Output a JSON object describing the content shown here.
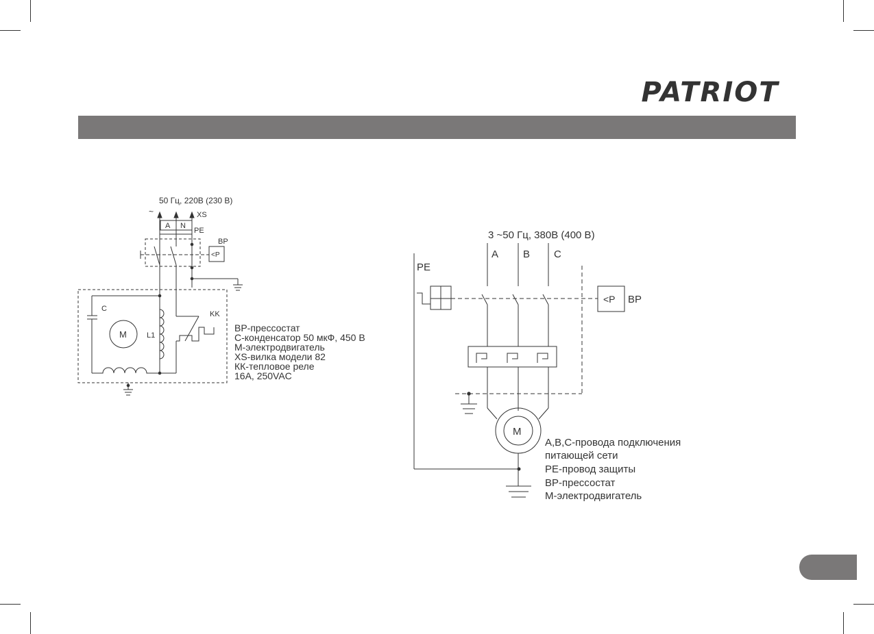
{
  "brand": {
    "logo_text": "PATRIOT"
  },
  "diagram_single_phase": {
    "supply_label": "50 Гц, 220В (230 В)",
    "tilde": "~",
    "plug_label": "XS",
    "terminal_a": "A",
    "terminal_n": "N",
    "terminal_pe": "PE",
    "switch_label": "BP",
    "switch_symbol": "<P",
    "capacitor_label": "C",
    "motor_label": "M",
    "coil_label": "L1",
    "relay_label": "KK",
    "legend": [
      "BP-прессостат",
      "С-конденсатор 50 мкФ, 450 В",
      "М-электродвигатель",
      "XS-вилка модели 82",
      "КК-тепловое реле",
      "16А, 250VAC"
    ]
  },
  "diagram_three_phase": {
    "supply_label": "3 ~50 Гц, 380В (400 В)",
    "pe_label": "PE",
    "phase_a": "A",
    "phase_b": "B",
    "phase_c": "C",
    "switch_symbol": "<P",
    "switch_label": "BP",
    "motor_label": "M",
    "legend": [
      "А,В,С-провода подключения",
      "питающей сети",
      "РЕ-провод защиты",
      "BP-прессостат",
      "М-электродвигатель"
    ]
  },
  "colors": {
    "bar": "#7a7878",
    "ink": "#333333",
    "logo": "#5e5e5e"
  }
}
